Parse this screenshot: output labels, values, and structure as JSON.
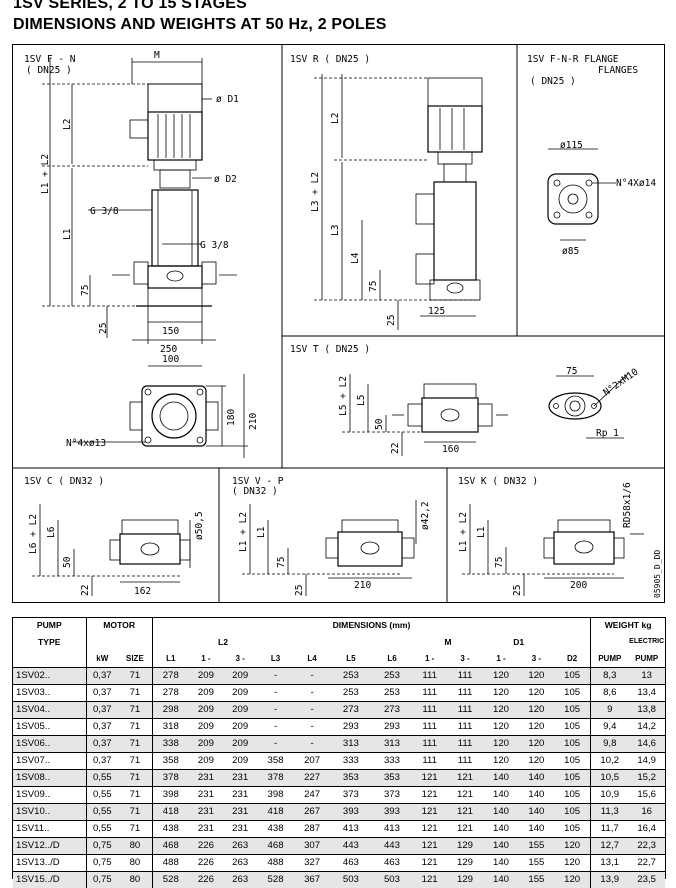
{
  "title_line1": "1SV SERIES, 2 TO 15 STAGES",
  "title_line2": "DIMENSIONS AND WEIGHTS AT 50 Hz, 2 POLES",
  "drawing": {
    "fn_title": "1SV F - N",
    "fn_sub": "( DN25 )",
    "fn_labels": {
      "M": "M",
      "D1": "ø D1",
      "D2": "ø D2",
      "L2": "L2",
      "L1L2": "L1 + L2",
      "L1": "L1",
      "G38a": "G 3/8",
      "G38b": "G 3/8",
      "d75": "75",
      "d25": "25",
      "d150": "150",
      "d250": "250",
      "d100": "100",
      "d180": "180",
      "d210": "210",
      "holes": "N°4xø13"
    },
    "r_title": "1SV R ( DN25 )",
    "r_labels": {
      "L2": "L2",
      "L3L2": "L3 + L2",
      "L3": "L3",
      "L4": "L4",
      "d75": "75",
      "d25": "25",
      "d125": "125"
    },
    "flange_title1": "1SV F-N-R FLANGE",
    "flange_title2": "FLANGES",
    "flange_sub": "( DN25 )",
    "flange_labels": {
      "d115": "ø115",
      "holes": "N°4Xø14",
      "d85": "ø85"
    },
    "t_title": "1SV T ( DN25 )",
    "t_labels": {
      "L5L2": "L5 + L2",
      "L5": "L5",
      "d50": "50",
      "d22": "22",
      "d160": "160",
      "d75": "75",
      "m10": "N°2xM10",
      "rp": "Rp 1"
    },
    "c_title": "1SV C ( DN32 )",
    "c_labels": {
      "L6L2": "L6 + L2",
      "L6": "L6",
      "d50": "50",
      "d22": "22",
      "d162": "162",
      "d505": "ø50,5"
    },
    "v_title": "1SV V - P",
    "v_sub": "( DN32 )",
    "v_labels": {
      "L1L2": "L1 + L2",
      "L1": "L1",
      "d75": "75",
      "d25": "25",
      "d210": "210",
      "d422": "ø42,2"
    },
    "k_title": "1SV K ( DN32 )",
    "k_labels": {
      "L1L2": "L1 + L2",
      "L1": "L1",
      "d75": "75",
      "d25": "25",
      "d200": "200",
      "rd": "RD58x1/6",
      "code": "05905_D_DD"
    }
  },
  "table": {
    "h_pump": "PUMP",
    "h_type": "TYPE",
    "h_motor": "MOTOR",
    "h_dims": "DIMENSIONS (mm)",
    "h_weight": "WEIGHT kg",
    "h_l2": "L2",
    "h_m": "M",
    "h_d1": "D1",
    "h_electric": "ELECTRIC",
    "sub": [
      "kW",
      "SIZE",
      "L1",
      "1 -",
      "3 -",
      "L3",
      "L4",
      "L5",
      "L6",
      "1 -",
      "3 -",
      "1 -",
      "3 -",
      "D2",
      "PUMP",
      "PUMP"
    ],
    "rows": [
      [
        "1SV02..",
        "0,37",
        "71",
        "278",
        "209",
        "209",
        "-",
        "-",
        "253",
        "253",
        "111",
        "111",
        "120",
        "120",
        "105",
        "8,3",
        "13"
      ],
      [
        "1SV03..",
        "0,37",
        "71",
        "278",
        "209",
        "209",
        "-",
        "-",
        "253",
        "253",
        "111",
        "111",
        "120",
        "120",
        "105",
        "8,6",
        "13,4"
      ],
      [
        "1SV04..",
        "0,37",
        "71",
        "298",
        "209",
        "209",
        "-",
        "-",
        "273",
        "273",
        "111",
        "111",
        "120",
        "120",
        "105",
        "9",
        "13,8"
      ],
      [
        "1SV05..",
        "0,37",
        "71",
        "318",
        "209",
        "209",
        "-",
        "-",
        "293",
        "293",
        "111",
        "111",
        "120",
        "120",
        "105",
        "9,4",
        "14,2"
      ],
      [
        "1SV06..",
        "0,37",
        "71",
        "338",
        "209",
        "209",
        "-",
        "-",
        "313",
        "313",
        "111",
        "111",
        "120",
        "120",
        "105",
        "9,8",
        "14,6"
      ],
      [
        "1SV07..",
        "0,37",
        "71",
        "358",
        "209",
        "209",
        "358",
        "207",
        "333",
        "333",
        "111",
        "111",
        "120",
        "120",
        "105",
        "10,2",
        "14,9"
      ],
      [
        "1SV08..",
        "0,55",
        "71",
        "378",
        "231",
        "231",
        "378",
        "227",
        "353",
        "353",
        "121",
        "121",
        "140",
        "140",
        "105",
        "10,5",
        "15,2"
      ],
      [
        "1SV09..",
        "0,55",
        "71",
        "398",
        "231",
        "231",
        "398",
        "247",
        "373",
        "373",
        "121",
        "121",
        "140",
        "140",
        "105",
        "10,9",
        "15,6"
      ],
      [
        "1SV10..",
        "0,55",
        "71",
        "418",
        "231",
        "231",
        "418",
        "267",
        "393",
        "393",
        "121",
        "121",
        "140",
        "140",
        "105",
        "11,3",
        "16"
      ],
      [
        "1SV11..",
        "0,55",
        "71",
        "438",
        "231",
        "231",
        "438",
        "287",
        "413",
        "413",
        "121",
        "121",
        "140",
        "140",
        "105",
        "11,7",
        "16,4"
      ],
      [
        "1SV12../D",
        "0,75",
        "80",
        "468",
        "226",
        "263",
        "468",
        "307",
        "443",
        "443",
        "121",
        "129",
        "140",
        "155",
        "120",
        "12,7",
        "22,3"
      ],
      [
        "1SV13../D",
        "0,75",
        "80",
        "488",
        "226",
        "263",
        "488",
        "327",
        "463",
        "463",
        "121",
        "129",
        "140",
        "155",
        "120",
        "13,1",
        "22,7"
      ],
      [
        "1SV15../D",
        "0,75",
        "80",
        "528",
        "226",
        "263",
        "528",
        "367",
        "503",
        "503",
        "121",
        "129",
        "140",
        "155",
        "120",
        "13,9",
        "23,5"
      ]
    ]
  }
}
